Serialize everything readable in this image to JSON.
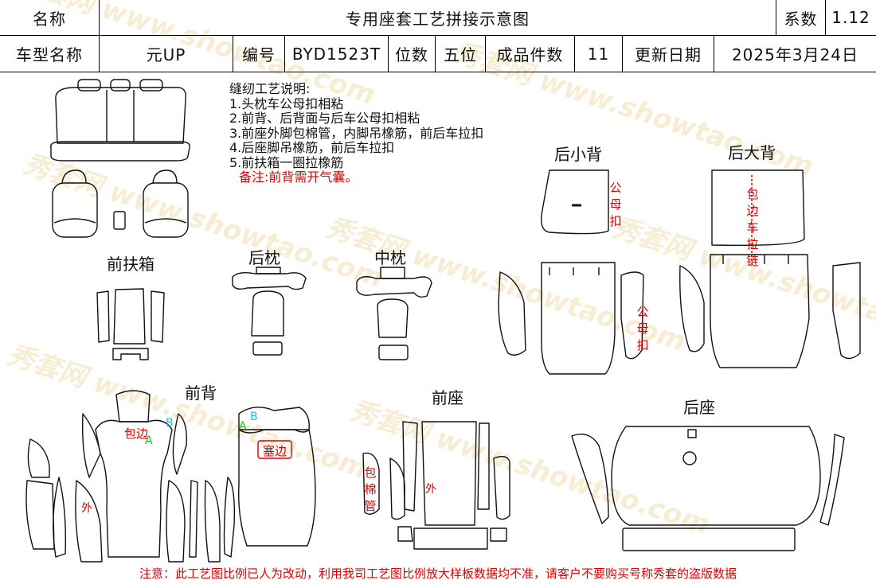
{
  "header": {
    "name_label": "名称",
    "title": "专用座套工艺拼接示意图",
    "coef_label": "系数",
    "coef_value": "1.12",
    "model_label": "车型名称",
    "model_value": "元UP",
    "code_label": "编号",
    "code_value": "BYD1523T",
    "seat_label": "位数",
    "seat_value": "五位",
    "pieces_label": "成品件数",
    "pieces_value": "11",
    "date_label": "更新日期",
    "date_value": "2025年3月24日"
  },
  "notes": {
    "title": "缝纫工艺说明:",
    "items": [
      "1.头枕车公母扣相粘",
      "2.前背、后背面与后车公母扣相粘",
      "3.前座外脚包棉管，内脚吊橡筋，前后车拉扣",
      "4.后座脚吊橡筋，前后车拉扣",
      "5.前扶箱一圈拉橡筋"
    ],
    "remark": "备注:前背需开气囊。"
  },
  "sections": {
    "front_armrest": "前扶箱",
    "rear_pillow": "后枕",
    "mid_pillow": "中枕",
    "rear_small_back": "后小背",
    "rear_big_back": "后大背",
    "front_back": "前背",
    "front_seat": "前座",
    "rear_seat": "后座"
  },
  "marks": {
    "male_female_buckle": "公母扣",
    "wrap_edge_pull": "包边车拉链",
    "wrap_edge": "包边",
    "tuck_edge": "塞边",
    "outer": "外",
    "cotton_tube": "包棉管",
    "letter_a": "A",
    "letter_b": "B"
  },
  "footer": "注意：此工艺图比例已人为改动，利用我司工艺图比例放大样板数据均不准，请客户不要购买号称秀套的盗版数据",
  "watermark": [
    "秀套网 www.showtao.com"
  ],
  "colors": {
    "annotation": "#e00000",
    "letter_a": "#22bb22",
    "letter_b": "#22bbee"
  }
}
